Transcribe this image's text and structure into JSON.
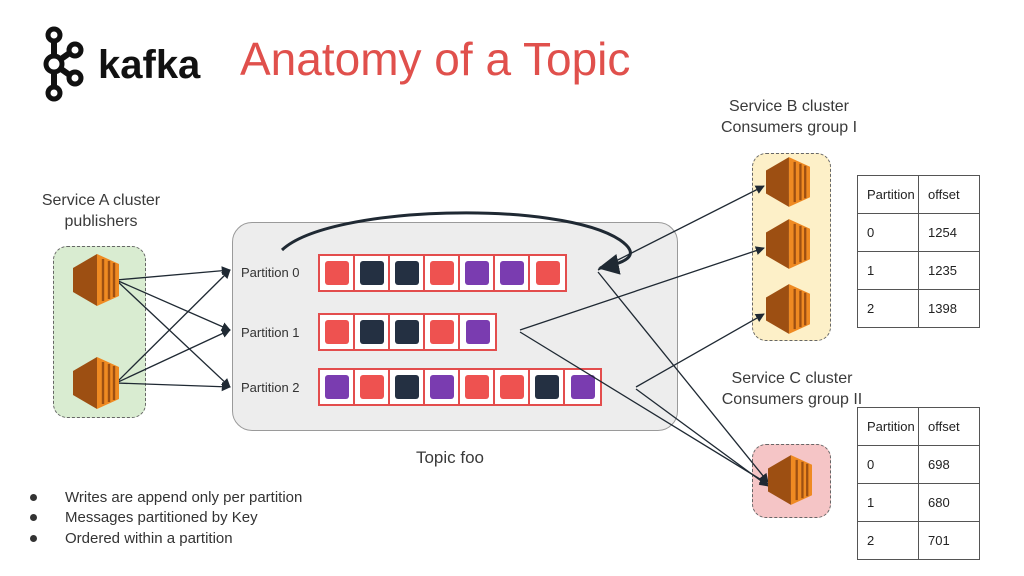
{
  "logo": {
    "wordmark": "kafka",
    "icon": "kafka-logo-icon"
  },
  "title": "Anatomy of a Topic",
  "service_a": {
    "title_line1": "Service A cluster",
    "title_line2": "publishers"
  },
  "service_b": {
    "title_line1": "Service B cluster",
    "title_line2": "Consumers group I"
  },
  "service_c": {
    "title_line1": "Service C cluster",
    "title_line2": "Consumers group II"
  },
  "topic": {
    "name": "Topic foo",
    "partitions": [
      {
        "label": "Partition 0",
        "messages": [
          "red",
          "navy",
          "navy",
          "red",
          "purple",
          "purple",
          "red"
        ]
      },
      {
        "label": "Partition 1",
        "messages": [
          "red",
          "navy",
          "navy",
          "red",
          "purple"
        ]
      },
      {
        "label": "Partition 2",
        "messages": [
          "purple",
          "red",
          "navy",
          "purple",
          "red",
          "red",
          "navy",
          "purple"
        ]
      }
    ]
  },
  "offsets_b": {
    "header": [
      "Partition",
      "offset"
    ],
    "rows": [
      [
        "0",
        "1254"
      ],
      [
        "1",
        "1235"
      ],
      [
        "2",
        "1398"
      ]
    ]
  },
  "offsets_c": {
    "header": [
      "Partition",
      "offset"
    ],
    "rows": [
      [
        "0",
        "698"
      ],
      [
        "1",
        "680"
      ],
      [
        "2",
        "701"
      ]
    ]
  },
  "notes": [
    "Writes are append only per partition",
    "Messages partitioned by Key",
    "Ordered within a partition"
  ],
  "colors": {
    "title": "#e0504c",
    "partition_border": "#e34d4d",
    "msg_red": "#ee5250",
    "msg_navy": "#243042",
    "msg_purple": "#7a3cb0",
    "cluster_a_bg": "#d9ecd1",
    "cluster_b_bg": "#fdf0c8",
    "cluster_c_bg": "#f5c5c6",
    "service_icon": "#ec7b1f"
  }
}
